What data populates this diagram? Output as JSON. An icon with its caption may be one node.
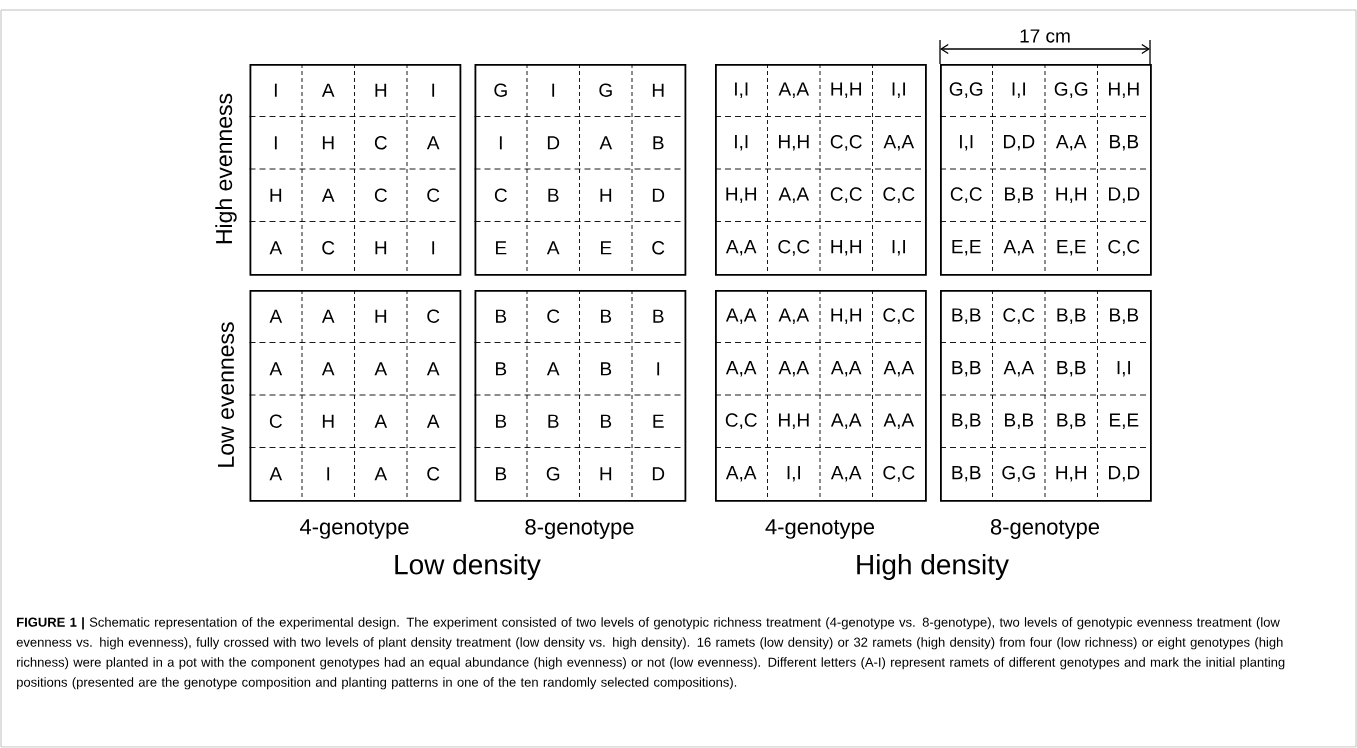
{
  "diagram": {
    "caption": "**FIGURE 1 |** Schematic representation of the experimental design. The experiment consisted of two levels of genotypic richness treatment (4-genotype vs. 8-genotype), two levels of genotypic evenness treatment (low evenness vs. high evenness), fully crossed with two levels of plant density treatment (low density vs. high density). 16 ramets (low density) or 32 ramets (high density) from four (low richness) or eight genotypes (high richness) were planted in a pot with the component genotypes had an equal abundance (high evenness) or not (low evenness). Different letters (A-I) represent ramets of different genotypes and mark the initial planting positions (presented are the genotype composition and planting patterns in one of the ten randomly selected compositions).",
    "nodes": [
      {
        "text": [
          "I",
          "A",
          "H",
          "I",
          "I",
          "H",
          "C",
          "A",
          "H",
          "A",
          "C",
          "C",
          "A",
          "C",
          "H",
          "I"
        ]
      },
      {
        "text": [
          "G",
          "I",
          "G",
          "H",
          "I",
          "D",
          "A",
          "B",
          "C",
          "B",
          "H",
          "D",
          "E",
          "A",
          "E",
          "C"
        ]
      },
      {
        "text": [
          "I,I",
          "A,A",
          "H,H",
          "I,I",
          "I,I",
          "H,H",
          "C,C",
          "A,A",
          "H,H",
          "A,A",
          "C,C",
          "C,C",
          "A,A",
          "C,C",
          "H,H",
          "I,I"
        ]
      },
      {
        "text": [
          "G,G",
          "I,I",
          "G,G",
          "H,H",
          "I,I",
          "D,D",
          "A,A",
          "B,B",
          "C,C",
          "B,B",
          "H,H",
          "D,D",
          "E,E",
          "A,A",
          "E,E",
          "C,C"
        ]
      },
      {
        "text": [
          "A",
          "A",
          "H",
          "C",
          "A",
          "A",
          "A",
          "A",
          "C",
          "H",
          "A",
          "A",
          "A",
          "I",
          "A",
          "C"
        ]
      },
      {
        "text": [
          "B",
          "C",
          "B",
          "B",
          "B",
          "A",
          "B",
          "I",
          "B",
          "B",
          "B",
          "E",
          "B",
          "G",
          "H",
          "D"
        ]
      },
      {
        "text": [
          "A,A",
          "A,A",
          "H,H",
          "C,C",
          "A,A",
          "A,A",
          "A,A",
          "A,A",
          "C,C",
          "H,H",
          "A,A",
          "A,A",
          "A,A",
          "I,I",
          "A,A",
          "C,C"
        ]
      },
      {
        "text": [
          "B,B",
          "C,C",
          "B,B",
          "B,B",
          "B,B",
          "A,A",
          "B,B",
          "I,I",
          "B,B",
          "B,B",
          "B,B",
          "E,E",
          "B,B",
          "G,G",
          "H,H",
          "D,D"
        ]
      }
    ],
    "labels": [
      "17 cm",
      "High evenness",
      "Low evenness",
      "4-genotype",
      "8-genotype",
      "4-genotype",
      "8-genotype",
      "Low density",
      "High density"
    ]
  }
}
